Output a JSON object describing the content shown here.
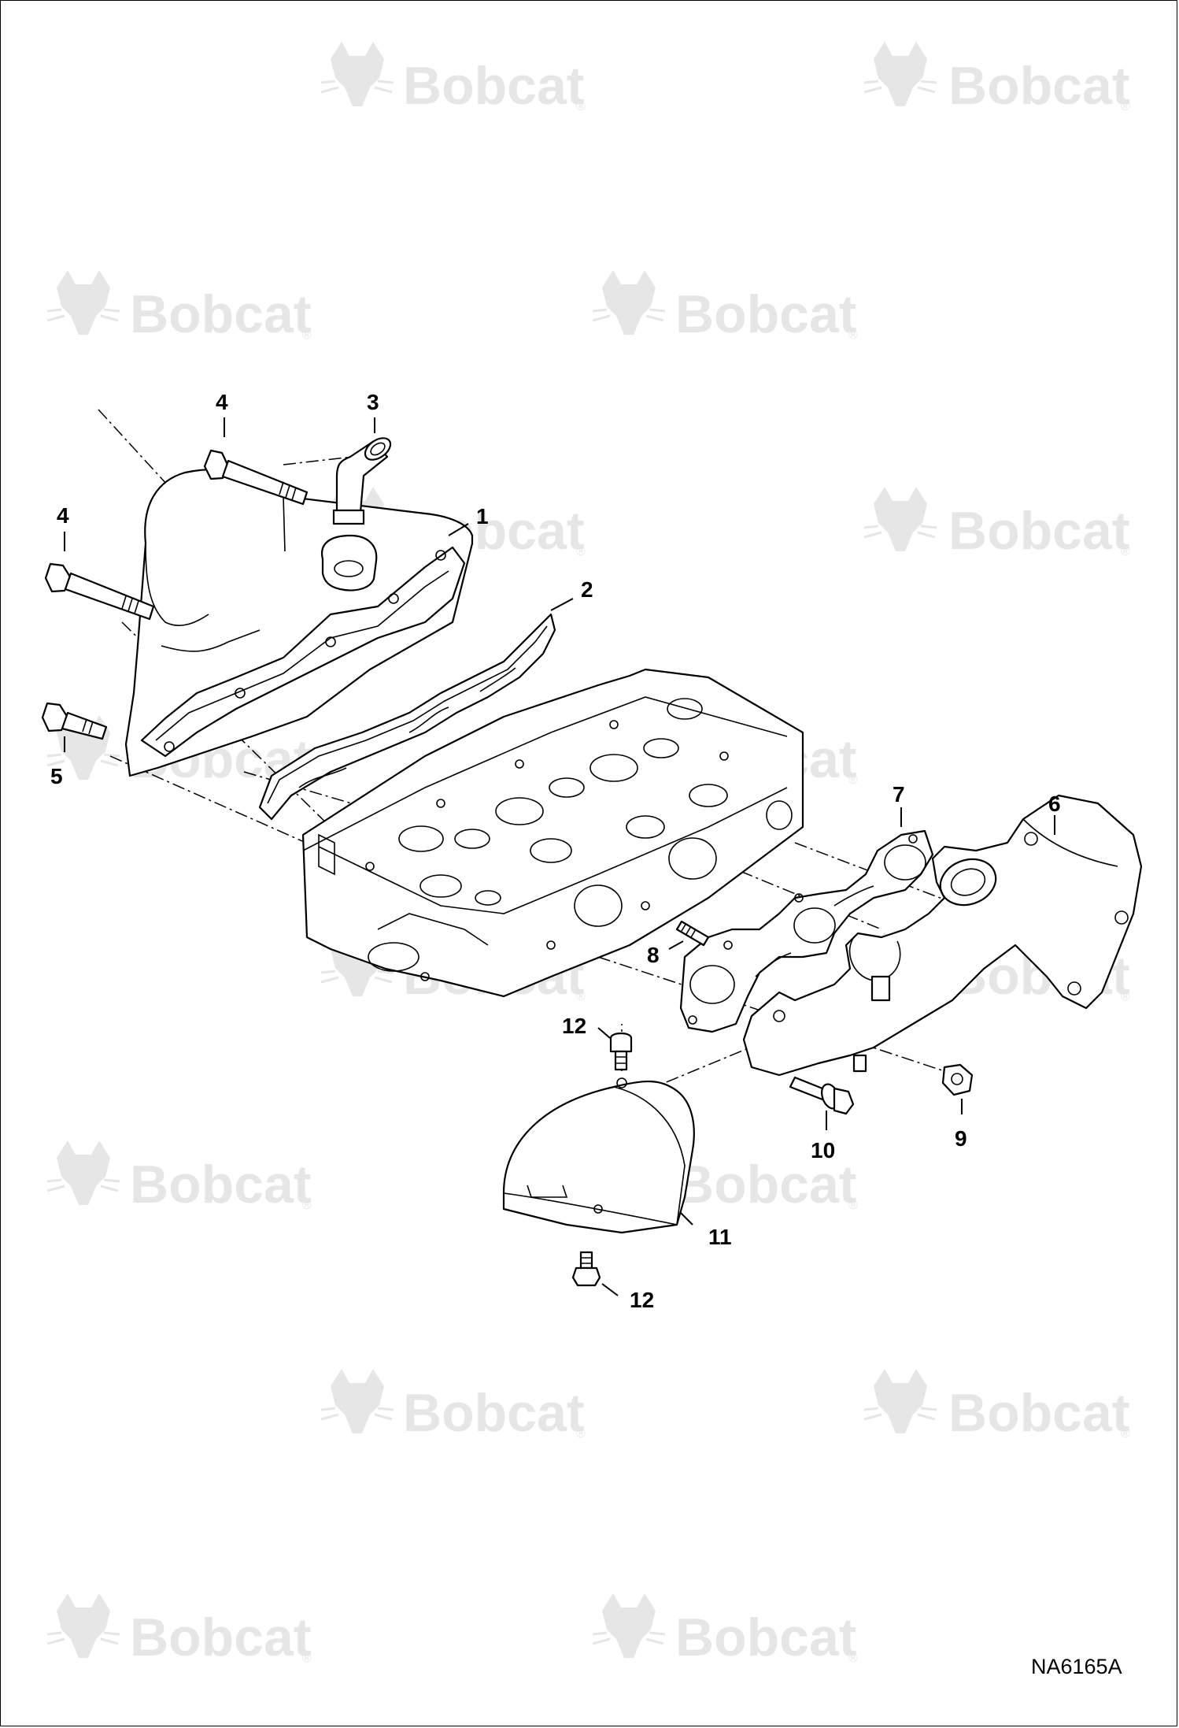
{
  "watermark": {
    "brand": "Bobcat",
    "registered": "®"
  },
  "figure_id": "NA6165A",
  "callouts": [
    {
      "id": "c1",
      "number": "1",
      "part": "intake-manifold"
    },
    {
      "id": "c2",
      "number": "2",
      "part": "intake-gasket"
    },
    {
      "id": "c3",
      "number": "3",
      "part": "breather-elbow"
    },
    {
      "id": "c4a",
      "number": "4",
      "part": "long-bolt"
    },
    {
      "id": "c4b",
      "number": "4",
      "part": "long-bolt"
    },
    {
      "id": "c5",
      "number": "5",
      "part": "short-bolt"
    },
    {
      "id": "c6",
      "number": "6",
      "part": "exhaust-manifold"
    },
    {
      "id": "c7",
      "number": "7",
      "part": "exhaust-gasket"
    },
    {
      "id": "c8",
      "number": "8",
      "part": "stud"
    },
    {
      "id": "c9",
      "number": "9",
      "part": "nut"
    },
    {
      "id": "c10",
      "number": "10",
      "part": "flange-bolt"
    },
    {
      "id": "c11",
      "number": "11",
      "part": "heat-shield"
    },
    {
      "id": "c12a",
      "number": "12",
      "part": "shield-screw"
    },
    {
      "id": "c12b",
      "number": "12",
      "part": "shield-screw"
    }
  ]
}
